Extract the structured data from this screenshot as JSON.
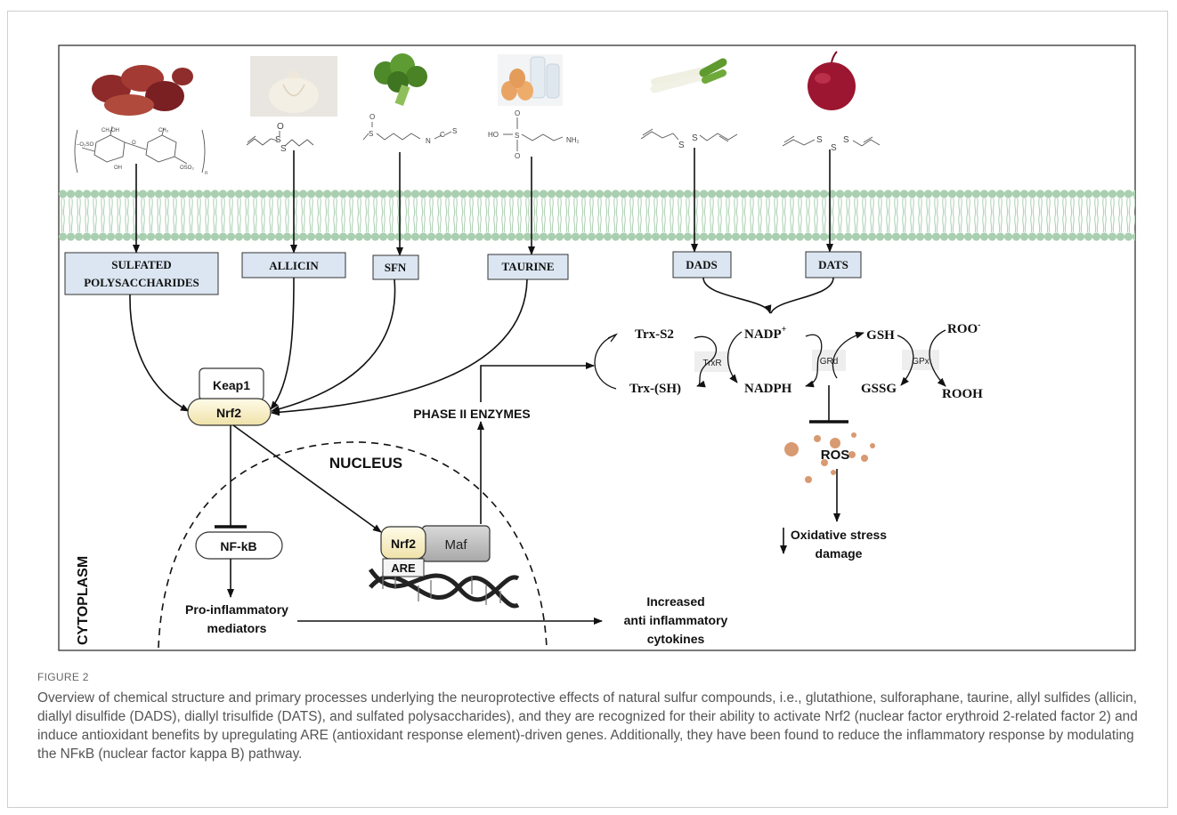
{
  "labels": {
    "sulfated_1": "SULFATED",
    "sulfated_2": "POLYSACCHARIDES",
    "allicin": "ALLICIN",
    "sfn": "SFN",
    "taurine": "TAURINE",
    "dads": "DADS",
    "dats": "DATS",
    "keap1": "Keap1",
    "nrf2": "Nrf2",
    "nucleus": "NUCLEUS",
    "cytoplasm": "CYTOPLASM",
    "nfkb": "NF-kB",
    "pro_inflam_1": "Pro-inflammatory",
    "pro_inflam_2": "mediators",
    "nrf2_dna": "Nrf2",
    "maf": "Maf",
    "are": "ARE",
    "phase2": "PHASE II ENZYMES",
    "increased_1": "Increased",
    "increased_2": "anti inflammatory",
    "increased_3": "cytokines",
    "trx_s2": "Trx-S2",
    "trx_sh": "Trx-(SH)",
    "trxr": "TrxR",
    "nadp_main": "NADP",
    "nadp_sup": "+",
    "nadph": "NADPH",
    "grd": "GRd",
    "gsh": "GSH",
    "gssg": "GSSG",
    "gpx": "GPx",
    "roo_main": "ROO",
    "roo_sup": "-",
    "rooh": "ROOH",
    "ros": "ROS",
    "oxidative_1": "Oxidative stress",
    "oxidative_2": "damage"
  },
  "chem": {
    "sulfated_1": "CH₂OH",
    "sulfated_2": "CH₃",
    "sulfated_3": "O",
    "sulfated_4": "OH",
    "sulfated_5": "OSO₃",
    "sulfated_6": "n",
    "sulfated_7": "–O₃SO",
    "allicin_o": "O",
    "allicin_s1": "S",
    "allicin_s2": "S",
    "sfn_o": "O",
    "sfn_s": "S",
    "sfn_n": "N",
    "sfn_c": "C",
    "sfn_s2": "S",
    "taurine_ho": "HO",
    "taurine_s": "S",
    "taurine_o1": "O",
    "taurine_o2": "O",
    "taurine_nh2": "NH₂",
    "dads_s1": "S",
    "dads_s2": "S",
    "dats_s1": "S",
    "dats_s2": "S",
    "dats_s3": "S"
  },
  "caption": {
    "label": "FIGURE 2",
    "text": "Overview of chemical structure and primary processes underlying the neuroprotective effects of natural sulfur compounds, i.e., glutathione, sulforaphane, taurine, allyl sulfides (allicin, diallyl disulfide (DADS), diallyl trisulfide (DATS), and sulfated polysaccharides), and they are recognized for their ability to activate Nrf2 (nuclear factor erythroid 2-related factor 2) and induce antioxidant benefits by upregulating ARE (antioxidant response element)-driven genes. Additionally, they have been found to reduce the inflammatory response by modulating the NFκB (nuclear factor kappa B) pathway."
  },
  "colors": {
    "membrane": "#a9cfb0",
    "compound_box": "#dbe6f2",
    "nrf2_fill": "#fbf3d2",
    "enzyme_box": "#eeeeee",
    "ros_particle": "#d89a72",
    "caption_text": "#555555"
  }
}
